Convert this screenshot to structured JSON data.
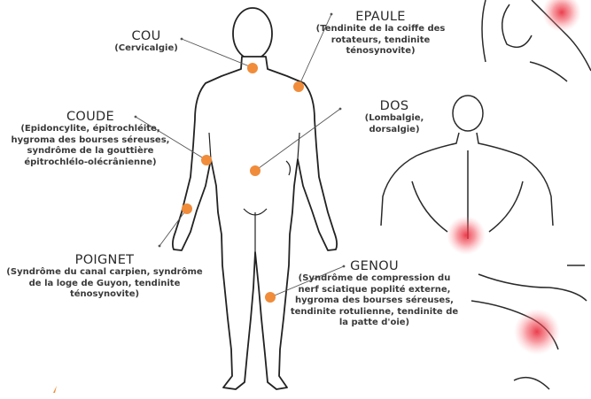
{
  "colors": {
    "marker": "#f08c3a",
    "pain": "#e8283a",
    "line": "#555555",
    "outline": "#222222"
  },
  "zones": {
    "cou": {
      "title": "COU",
      "desc": "(Cervicalgie)"
    },
    "epaule": {
      "title": "EPAULE",
      "desc": "(Tendinite de la coiffe des rotateurs, tendinite ténosynovite)"
    },
    "coude": {
      "title": "COUDE",
      "desc": "(Epidoncylite, épitrochléite, hygroma des bourses séreuses, syndrôme de la gouttière épitrochlélo-olécrânienne)"
    },
    "dos": {
      "title": "DOS",
      "desc": "(Lombalgie, dorsalgie)"
    },
    "poignet": {
      "title": "POIGNET",
      "desc": "(Syndrôme du canal carpien, syndrôme de la loge de Guyon, tendinite ténosynovite)"
    },
    "genou": {
      "title": "GENOU",
      "desc": "(Syndrôme de compression du nerf sciatique poplité externe, hygroma des bourses séreuses, tendinite rotulienne, tendinite de la patte d'oie)"
    }
  }
}
